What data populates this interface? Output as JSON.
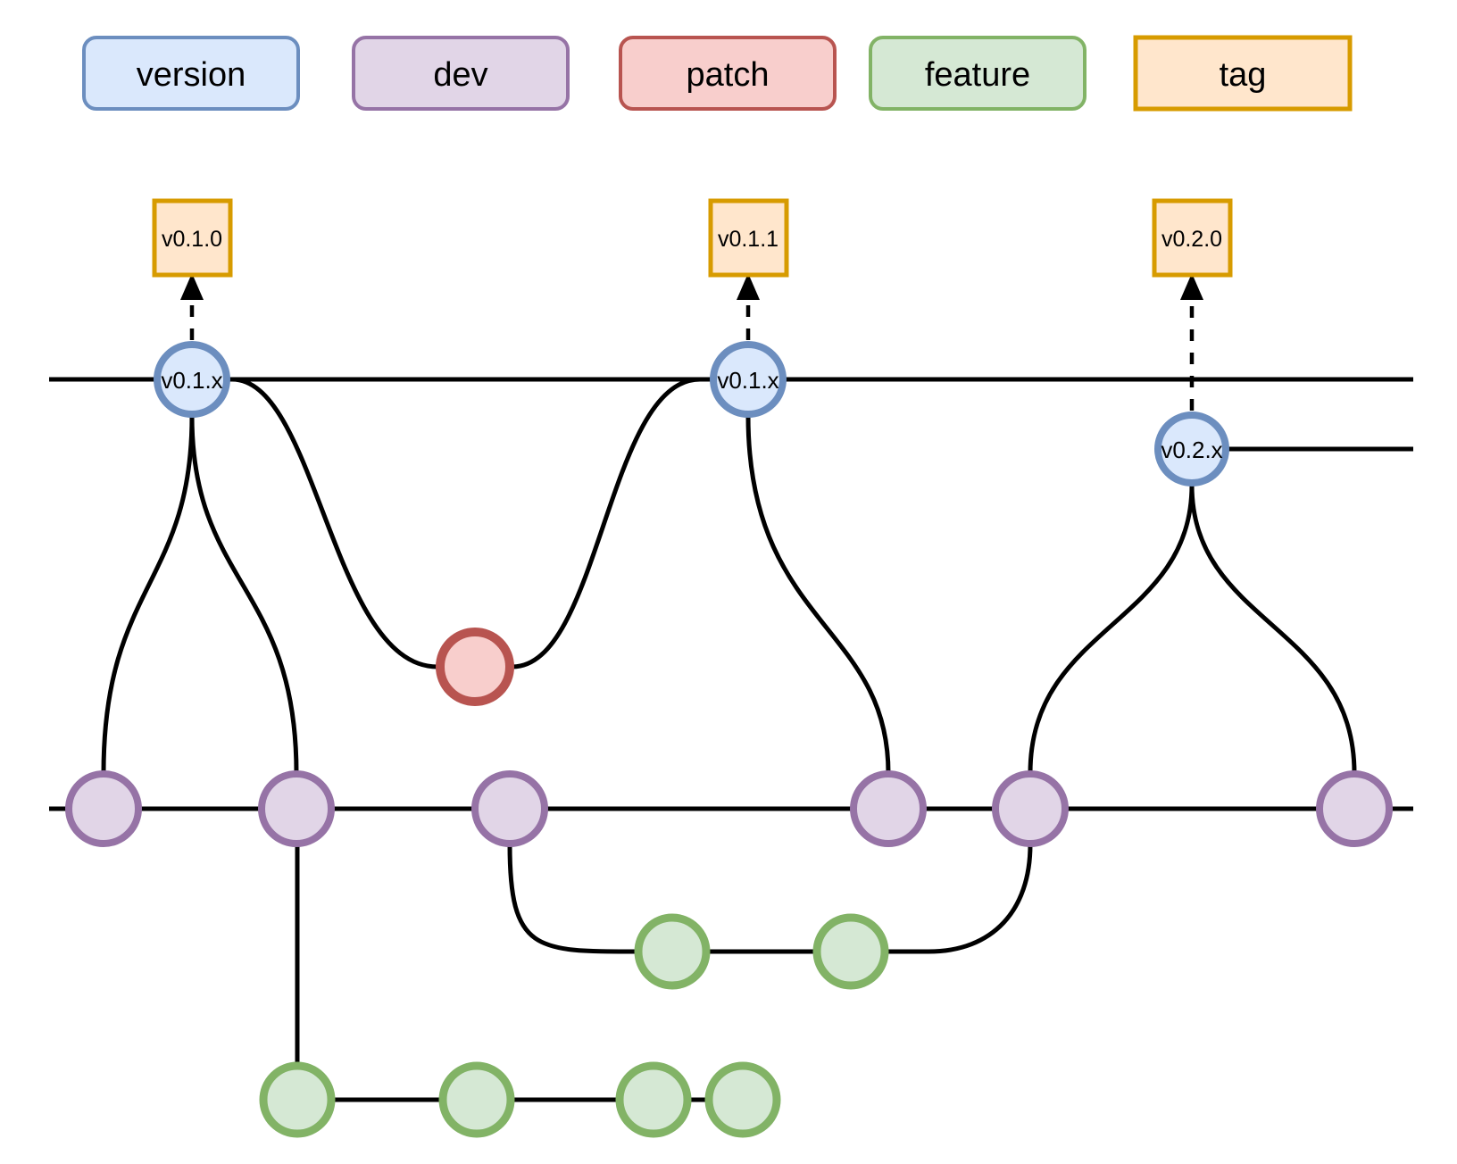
{
  "diagram": {
    "kind": "git-branching-release-diagram"
  },
  "colors": {
    "version": {
      "fill": "#DAE8FC",
      "stroke": "#6C8EBF"
    },
    "dev": {
      "fill": "#E1D5E7",
      "stroke": "#9673A6"
    },
    "patch": {
      "fill": "#F8CECC",
      "stroke": "#B85450"
    },
    "feature": {
      "fill": "#D5E8D4",
      "stroke": "#82B366"
    },
    "tag": {
      "fill": "#FFE6CC",
      "stroke": "#D79B00"
    },
    "edge": "#000000",
    "text": "#000000",
    "background": "#FFFFFF"
  },
  "legend": {
    "items": [
      {
        "label": "version",
        "type": "version",
        "shape": "rounded"
      },
      {
        "label": "dev",
        "type": "dev",
        "shape": "rounded"
      },
      {
        "label": "patch",
        "type": "patch",
        "shape": "rounded"
      },
      {
        "label": "feature",
        "type": "feature",
        "shape": "rounded"
      },
      {
        "label": "tag",
        "type": "tag",
        "shape": "square"
      }
    ]
  },
  "tags": [
    {
      "label": "v0.1.0",
      "attached_to_node": "version-1"
    },
    {
      "label": "v0.1.1",
      "attached_to_node": "version-2"
    },
    {
      "label": "v0.2.0",
      "attached_to_node": "version-3"
    }
  ],
  "version_nodes": [
    {
      "id": "version-1",
      "label": "v0.1.x"
    },
    {
      "id": "version-2",
      "label": "v0.1.x"
    },
    {
      "id": "version-3",
      "label": "v0.2.x"
    }
  ],
  "branches": {
    "version_line_commits": 2,
    "v02_line_commits": 1,
    "dev_commits": 6,
    "patch_commits": 1,
    "feature_mid_commits": 2,
    "feature_bottom_commits": 4
  },
  "edges": [
    {
      "from": "version-1",
      "to": "dev-1",
      "style": "curve"
    },
    {
      "from": "version-1",
      "to": "dev-2",
      "style": "curve"
    },
    {
      "from": "version-1",
      "to": "patch-1",
      "style": "curve"
    },
    {
      "from": "patch-1",
      "to": "version-2",
      "style": "curve"
    },
    {
      "from": "version-2",
      "to": "dev-4",
      "style": "curve"
    },
    {
      "from": "dev-5",
      "to": "version-3",
      "style": "curve"
    },
    {
      "from": "dev-6",
      "to": "version-3",
      "style": "curve"
    },
    {
      "from": "dev-3",
      "to": "feature-mid-1",
      "style": "curve"
    },
    {
      "from": "feature-mid-2",
      "to": "dev-5",
      "style": "curve"
    },
    {
      "from": "dev-2",
      "to": "feature-bottom-1",
      "style": "line"
    },
    {
      "from": "version-1",
      "to": "tag-v0.1.0",
      "style": "dashed-arrow"
    },
    {
      "from": "version-2",
      "to": "tag-v0.1.1",
      "style": "dashed-arrow"
    },
    {
      "from": "version-3",
      "to": "tag-v0.2.0",
      "style": "dashed-arrow"
    }
  ]
}
